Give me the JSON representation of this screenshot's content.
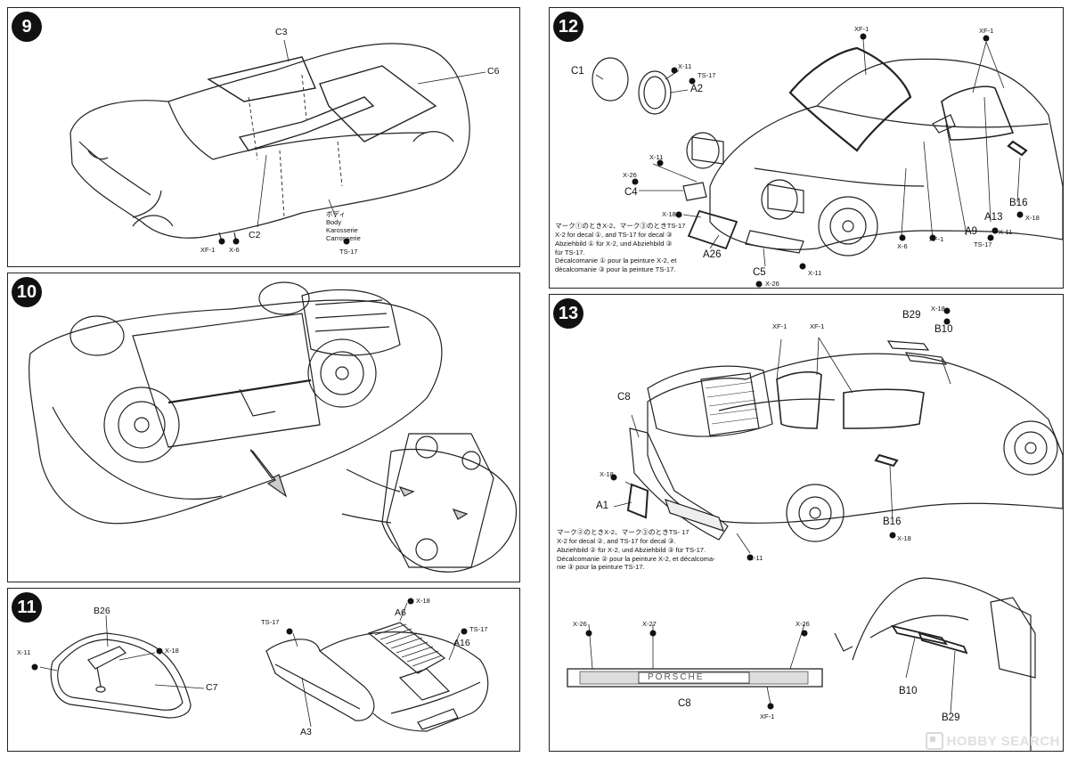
{
  "steps": [
    {
      "number": "9",
      "labels": {
        "c3": "C3",
        "c6": "C6",
        "c2": "C2",
        "body_jp": "ボディ",
        "body_en": "Body",
        "body_de": "Karosserie",
        "body_fr": "Carrosserie",
        "ts17": "TS-17",
        "xf1": "XF-1",
        "x6": "X-6"
      }
    },
    {
      "number": "10",
      "labels": {}
    },
    {
      "number": "11",
      "labels": {
        "b26": "B26",
        "x11": "X-11",
        "x18_a": "X-18",
        "c7": "C7",
        "ts17_a": "TS-17",
        "a6": "A6",
        "x18_b": "X-18",
        "ts17_b": "TS-17",
        "a16": "A16",
        "a3": "A3"
      }
    },
    {
      "number": "12",
      "labels": {
        "xf1_a": "XF-1",
        "xf1_b": "XF-1",
        "c1": "C1",
        "x11_a": "X-11",
        "ts17_a": "TS-17",
        "a2": "A2",
        "x11_b": "X-11",
        "x26_a": "X-26",
        "c4": "C4",
        "x18_a": "X-18",
        "a26": "A26",
        "c5": "C5",
        "x26_b": "X-26",
        "x11_c": "X-11",
        "x6": "X-6",
        "xf1_c": "XF-1",
        "a9": "A9",
        "ts17_b": "TS-17",
        "a13": "A13",
        "x11_d": "X-11",
        "b16": "B16",
        "x18_b": "X-18"
      },
      "note": [
        "マーク①のときX-2、マーク③のときTS-17",
        "X-2 for decal ①, and TS-17 for decal ③",
        "Abziehbild ① für X-2, und Abziehbild ③",
        "für TS-17.",
        "Décalcomanie ① pour la peinture X-2, et",
        "décalcomanie ③ pour la peinture TS-17."
      ]
    },
    {
      "number": "13",
      "labels": {
        "b29_a": "B29",
        "x18_a": "X-18",
        "b10_a": "B10",
        "xf1_a": "XF-1",
        "xf1_b": "XF-1",
        "c8_a": "C8",
        "x18_b": "X-18",
        "a1": "A1",
        "x11": "X-11",
        "b16": "B16",
        "x18_c": "X-18",
        "x26_a": "X-26",
        "x27": "X-27",
        "x26_b": "X-26",
        "c8_b": "C8",
        "xf1_c": "XF-1",
        "porsche": "PORSCHE",
        "b10_b": "B10",
        "b29_b": "B29"
      },
      "note": [
        "マーク②のときX-2、マーク③のときTS- 17",
        "X-2 for decal ②, and TS-17 for decal ③.",
        "Abziehbild ② für X-2, und Abziehbild ③ für TS-17.",
        "Décalcomanie ② pour la peinture X-2, et décalcoma-",
        "nie ③ pour la peinture TS-17."
      ]
    }
  ],
  "watermark": "HOBBY SEARCH"
}
